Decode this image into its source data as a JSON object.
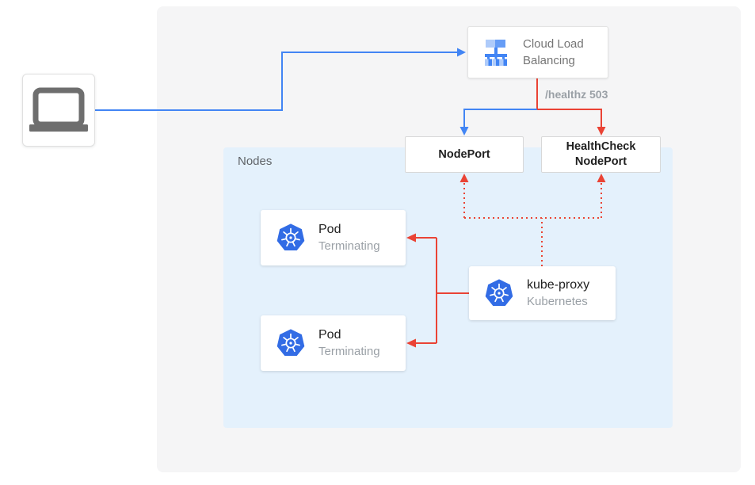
{
  "colors": {
    "canvas_bg": "#ffffff",
    "panel_bg": "#f5f5f6",
    "nodes_bg": "#e4f1fc",
    "blue": "#4285f4",
    "red": "#ea4335",
    "k8s_blue": "#326ce5",
    "icon_light_blue": "#aecbfa",
    "icon_mid_blue": "#669df6",
    "laptop_gray": "#6e6e6e",
    "text_dark": "#212121",
    "text_gray": "#757575",
    "text_light_gray": "#9aa0a6"
  },
  "nodes_group": {
    "label": "Nodes"
  },
  "load_balancer": {
    "label": "Cloud Load Balancing",
    "icon": "cloud-load-balancing-icon"
  },
  "health_label": "/healthz 503",
  "nodeport": {
    "label": "NodePort"
  },
  "healthcheck_nodeport": {
    "label": "HealthCheck NodePort"
  },
  "pods": [
    {
      "title": "Pod",
      "status": "Terminating",
      "icon": "kubernetes-icon"
    },
    {
      "title": "Pod",
      "status": "Terminating",
      "icon": "kubernetes-icon"
    }
  ],
  "kube_proxy": {
    "title": "kube-proxy",
    "subtitle": "Kubernetes",
    "icon": "kubernetes-icon"
  }
}
